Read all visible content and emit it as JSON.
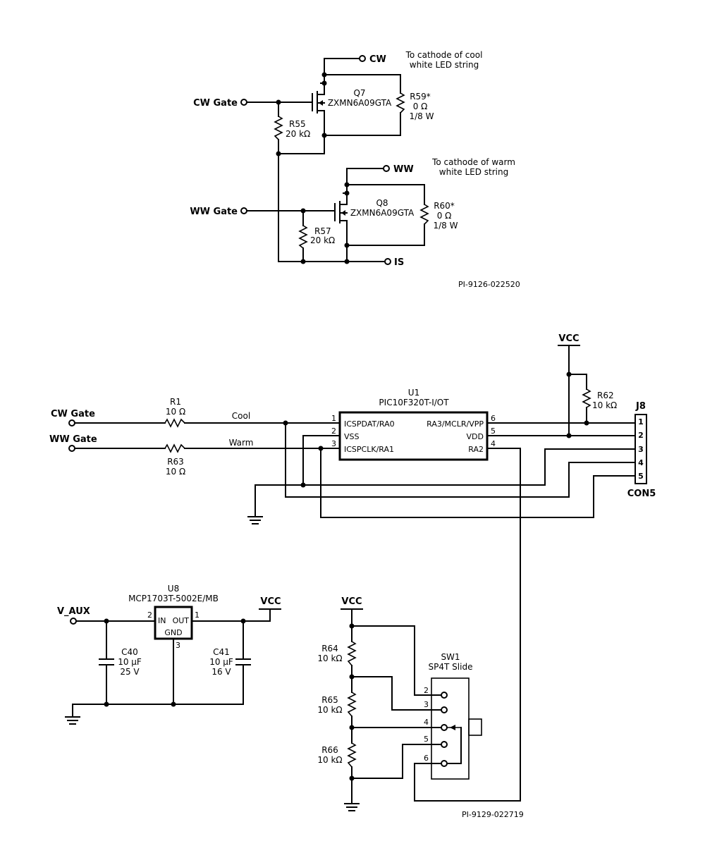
{
  "top": {
    "nets": {
      "cw": "CW",
      "ww": "WW",
      "is": "IS",
      "cw_gate": "CW Gate",
      "ww_gate": "WW Gate"
    },
    "note_cw": [
      "To cathode of cool",
      "white LED string"
    ],
    "note_ww": [
      "To cathode of warm",
      "white LED string"
    ],
    "q7": {
      "ref": "Q7",
      "part": "ZXMN6A09GTA"
    },
    "q8": {
      "ref": "Q8",
      "part": "ZXMN6A09GTA"
    },
    "r59": {
      "ref": "R59*",
      "value": "0 Ω",
      "rating": "1/8 W"
    },
    "r60": {
      "ref": "R60*",
      "value": "0 Ω",
      "rating": "1/8 W"
    },
    "r55": {
      "ref": "R55",
      "value": "20 kΩ"
    },
    "r57": {
      "ref": "R57",
      "value": "20 kΩ"
    },
    "drawing_id": "PI-9126-022520"
  },
  "bottom": {
    "nets": {
      "vcc": "VCC",
      "cw_gate": "CW Gate",
      "ww_gate": "WW Gate",
      "cool": "Cool",
      "warm": "Warm",
      "v_aux": "V_AUX"
    },
    "r1": {
      "ref": "R1",
      "value": "10 Ω"
    },
    "r63": {
      "ref": "R63",
      "value": "10 Ω"
    },
    "r62": {
      "ref": "R62",
      "value": "10 kΩ"
    },
    "u1": {
      "ref": "U1",
      "part": "PIC10F320T-I/OT",
      "pins_left": [
        {
          "num": "1",
          "name": "ICSPDAT/RA0"
        },
        {
          "num": "2",
          "name": "VSS"
        },
        {
          "num": "3",
          "name": "ICSPCLK/RA1"
        }
      ],
      "pins_right": [
        {
          "num": "6",
          "name": "RA3/MCLR/VPP"
        },
        {
          "num": "5",
          "name": "VDD"
        },
        {
          "num": "4",
          "name": "RA2"
        }
      ]
    },
    "j8": {
      "ref": "J8",
      "part": "CON5",
      "pins": [
        "1",
        "2",
        "3",
        "4",
        "5"
      ]
    },
    "u8": {
      "ref": "U8",
      "part": "MCP1703T-5002E/MB",
      "in": "IN",
      "out": "OUT",
      "gnd": "GND",
      "pin_in": "2",
      "pin_out": "1",
      "pin_gnd": "3"
    },
    "c40": {
      "ref": "C40",
      "value": "10 µF",
      "rating": "25 V"
    },
    "c41": {
      "ref": "C41",
      "value": "10 µF",
      "rating": "16 V"
    },
    "r64": {
      "ref": "R64",
      "value": "10 kΩ"
    },
    "r65": {
      "ref": "R65",
      "value": "10 kΩ"
    },
    "r66": {
      "ref": "R66",
      "value": "10 kΩ"
    },
    "sw1": {
      "ref": "SW1",
      "part": "SP4T Slide",
      "pins": [
        "2",
        "3",
        "4",
        "5",
        "6"
      ]
    },
    "drawing_id": "PI-9129-022719"
  }
}
